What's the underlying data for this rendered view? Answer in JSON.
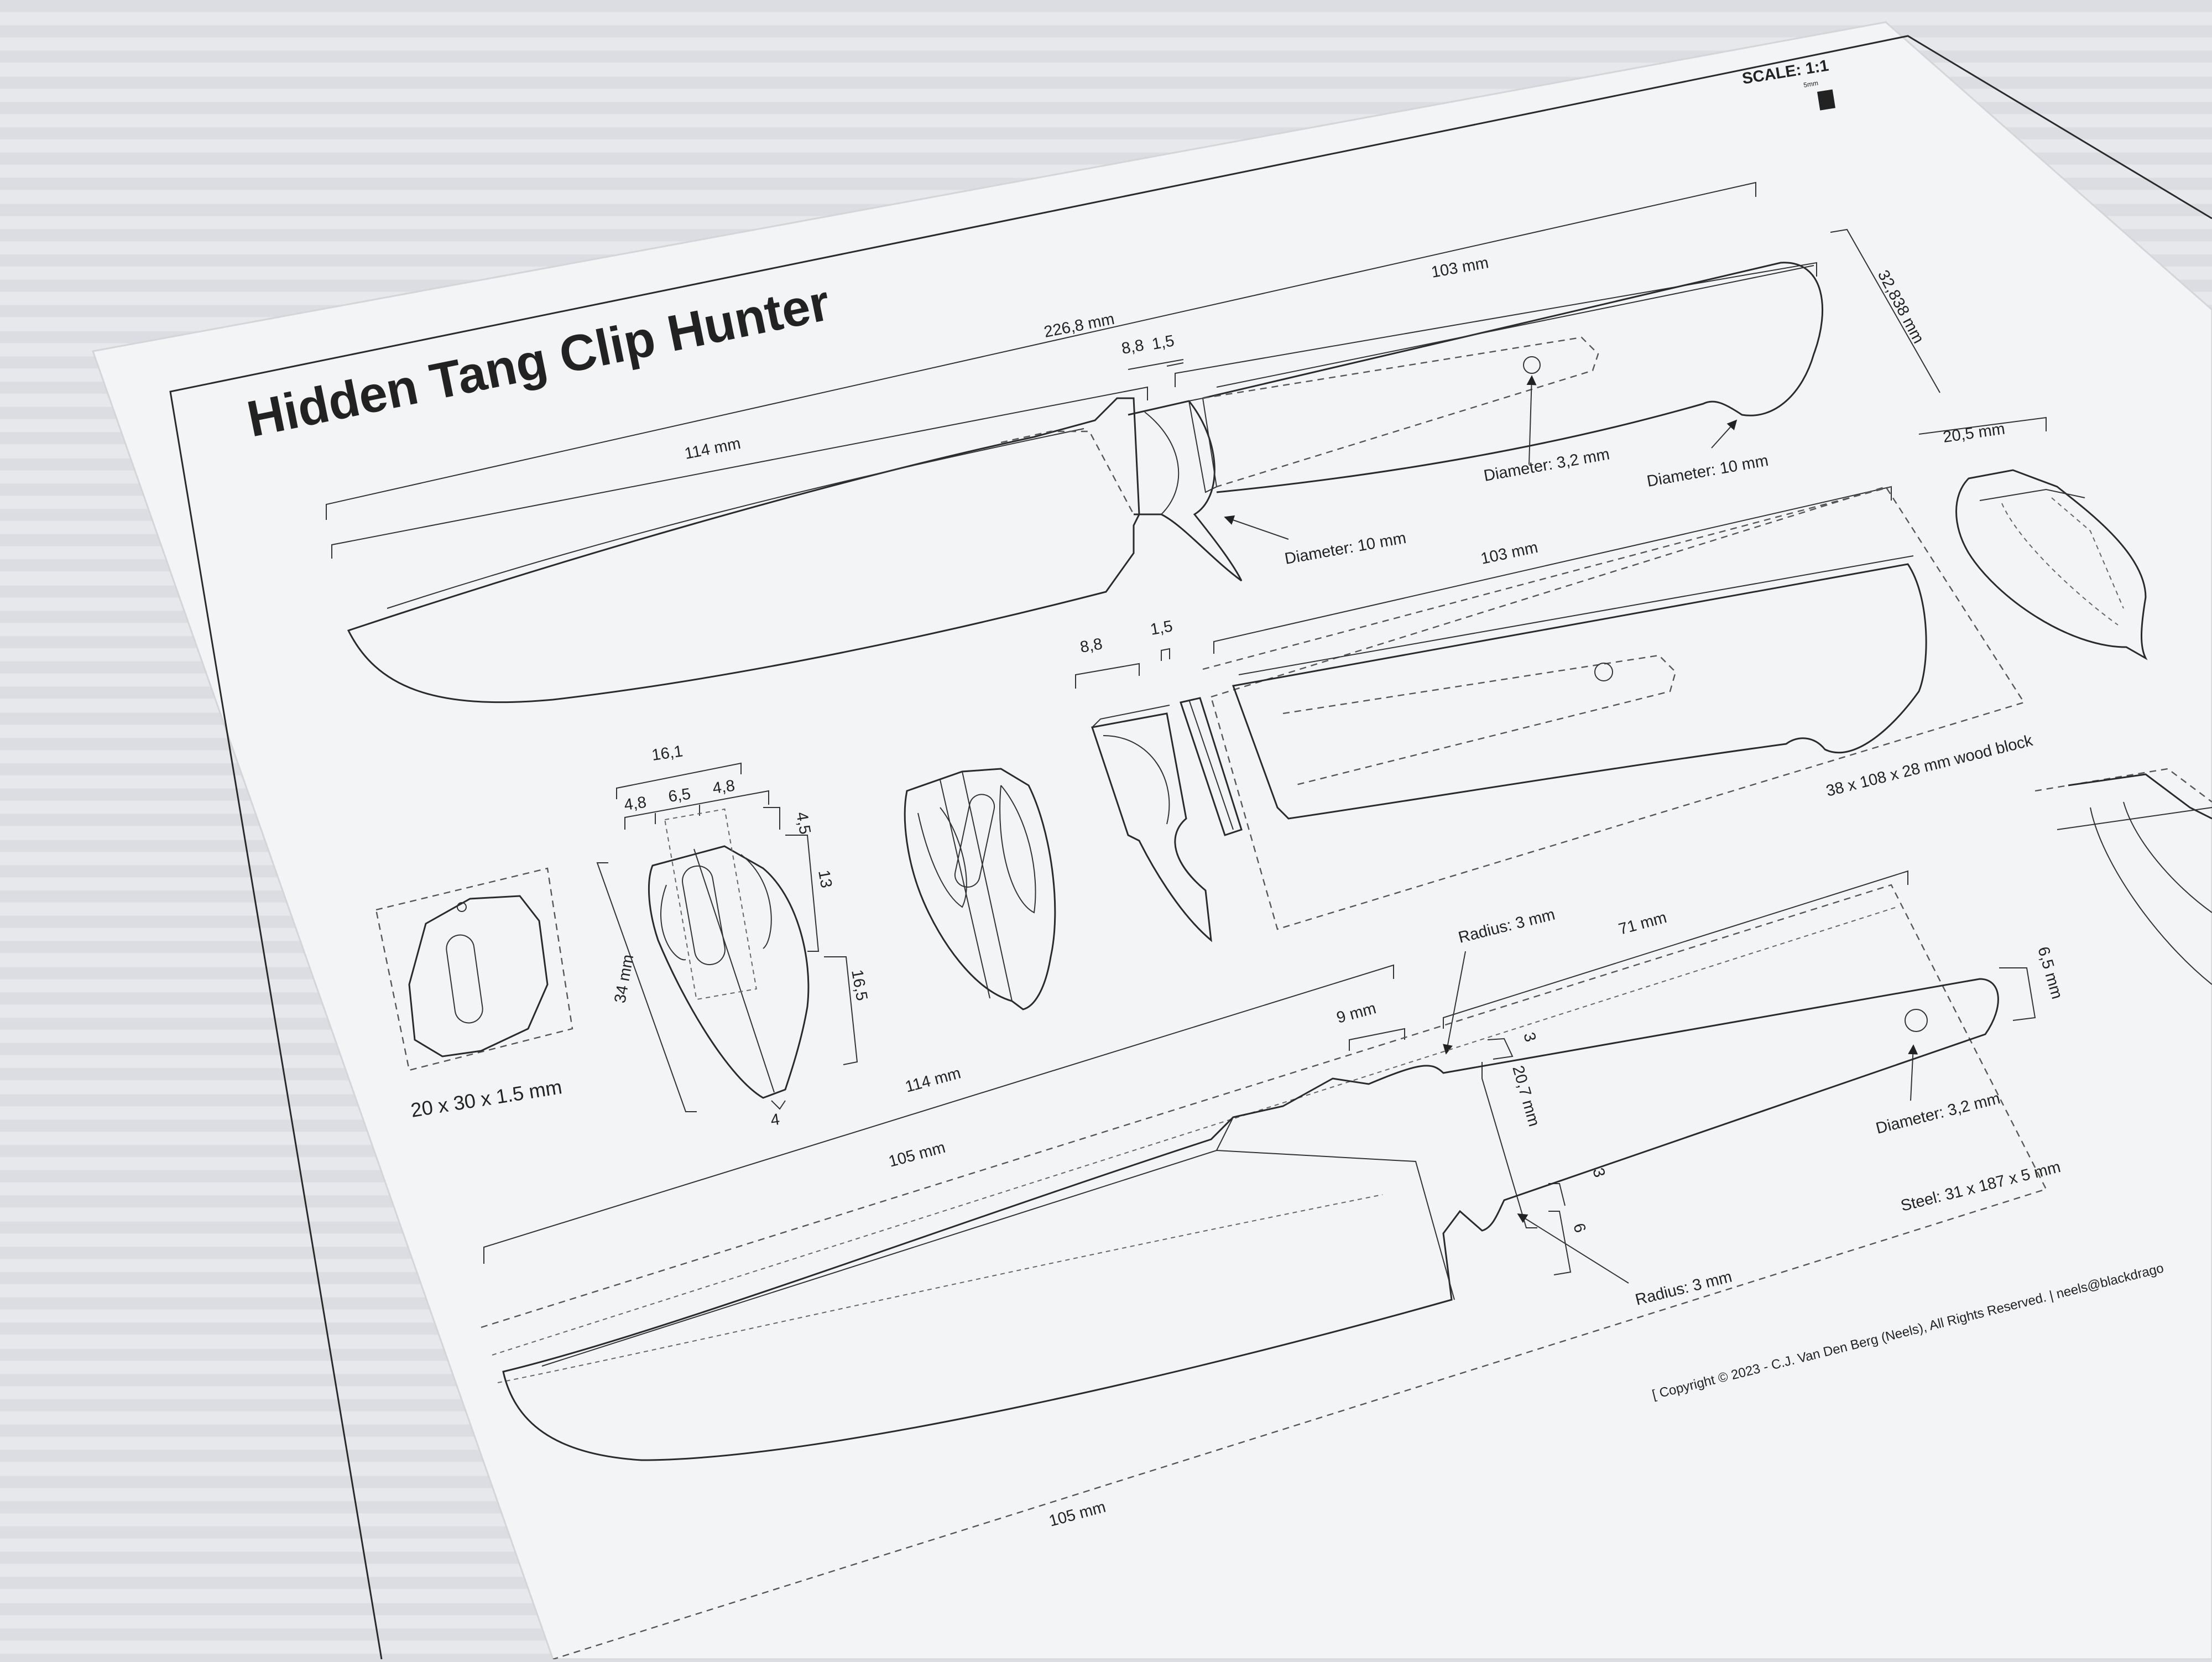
{
  "sheet": {
    "title": "Hidden Tang Clip Hunter",
    "scale_label": "SCALE: 1:1",
    "scale_mark": "5mm",
    "copyright": "[ Copyright © 2023 - C.J. Van Den Berg (Neels), All Rights Reserved.  |  neels@blackdrago",
    "steel": "Steel: 31 x 187 x 5 mm",
    "wood_block": "38 x 108 x 28 mm wood block",
    "spacer_plate": "20 x 30 x 1.5 mm"
  },
  "assembly_view": {
    "overall_length": "226,8 mm",
    "blade_length": "114 mm",
    "handle_length": "103 mm",
    "handle_height": "32,838 mm",
    "guard_width": "8,8",
    "spacer_width": "1,5",
    "guard_hole": "Diameter: 10 mm",
    "pin_hole": "Diameter: 3,2 mm",
    "finger_groove": "Diameter: 10 mm",
    "end_width": "20,5 mm"
  },
  "exploded_view": {
    "handle_length": "103 mm",
    "guard_width": "8,8",
    "spacer_width": "1,5"
  },
  "guard_detail": {
    "total_width": "16,1",
    "left_width": "4,8",
    "slot_width": "6,5",
    "right_width": "4,8",
    "top_offset": "4,5",
    "slot_length": "13",
    "lower_length": "16,5",
    "height": "34 mm",
    "bottom_width": "4"
  },
  "blade_blank": {
    "total_length": "114 mm",
    "edge_length": "105 mm",
    "tang_offset": "9 mm",
    "tang_length": "71 mm",
    "ricasso_height": "20,7 mm",
    "tang_radius_top": "Radius: 3 mm",
    "tang_radius_bottom": "Radius: 3 mm",
    "shoulder_top": "3",
    "shoulder_bottom": "3",
    "shoulder_side": "6",
    "tang_width": "6,5 mm",
    "tang_pin_hole": "Diameter: 3,2 mm",
    "bottom_length": "105 mm"
  }
}
